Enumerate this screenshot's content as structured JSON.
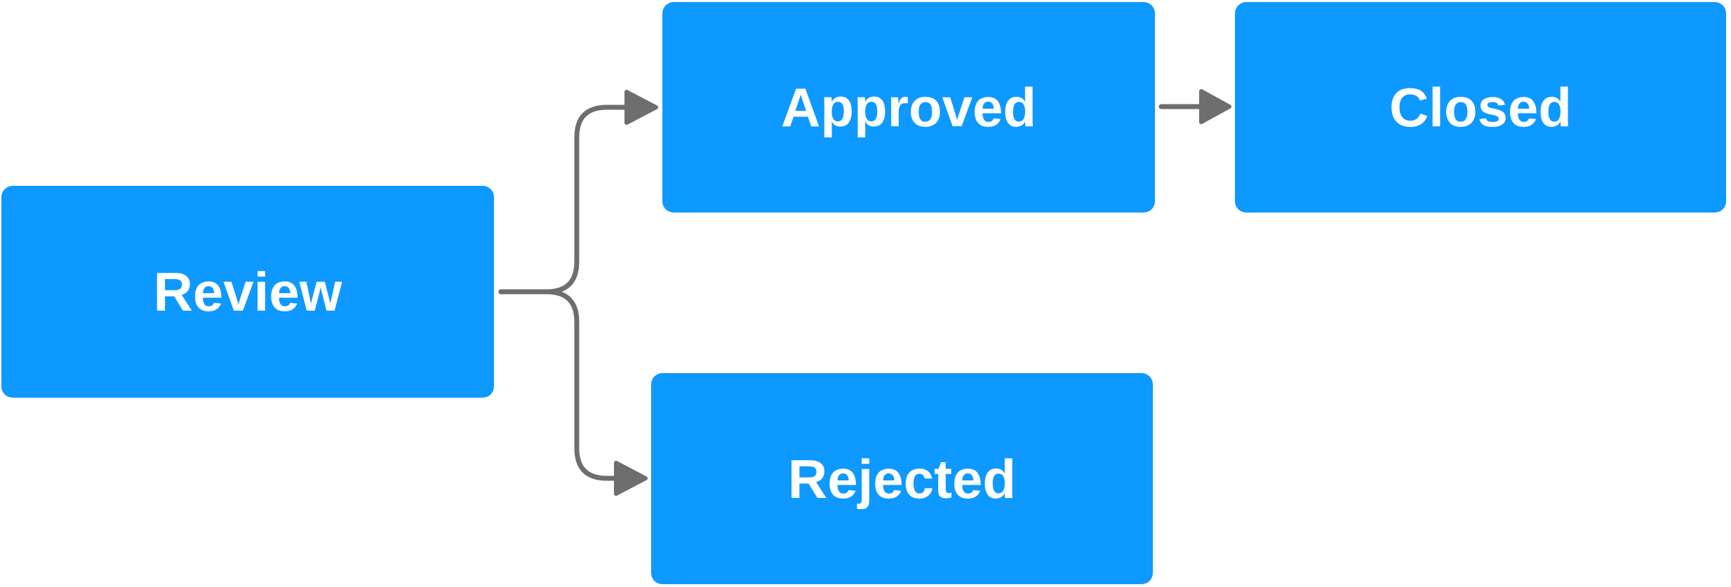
{
  "diagram": {
    "type": "flowchart",
    "colors": {
      "canvas_bg": "#FFFFFF",
      "node_fill": "#0D99FF",
      "node_text": "#FFFFFF",
      "connector": "#6E6E6E"
    },
    "nodes": [
      {
        "id": "review",
        "label": "Review"
      },
      {
        "id": "approved",
        "label": "Approved"
      },
      {
        "id": "closed",
        "label": "Closed"
      },
      {
        "id": "rejected",
        "label": "Rejected"
      }
    ],
    "edges": [
      {
        "from": "review",
        "to": "approved"
      },
      {
        "from": "review",
        "to": "rejected"
      },
      {
        "from": "approved",
        "to": "closed"
      }
    ]
  }
}
